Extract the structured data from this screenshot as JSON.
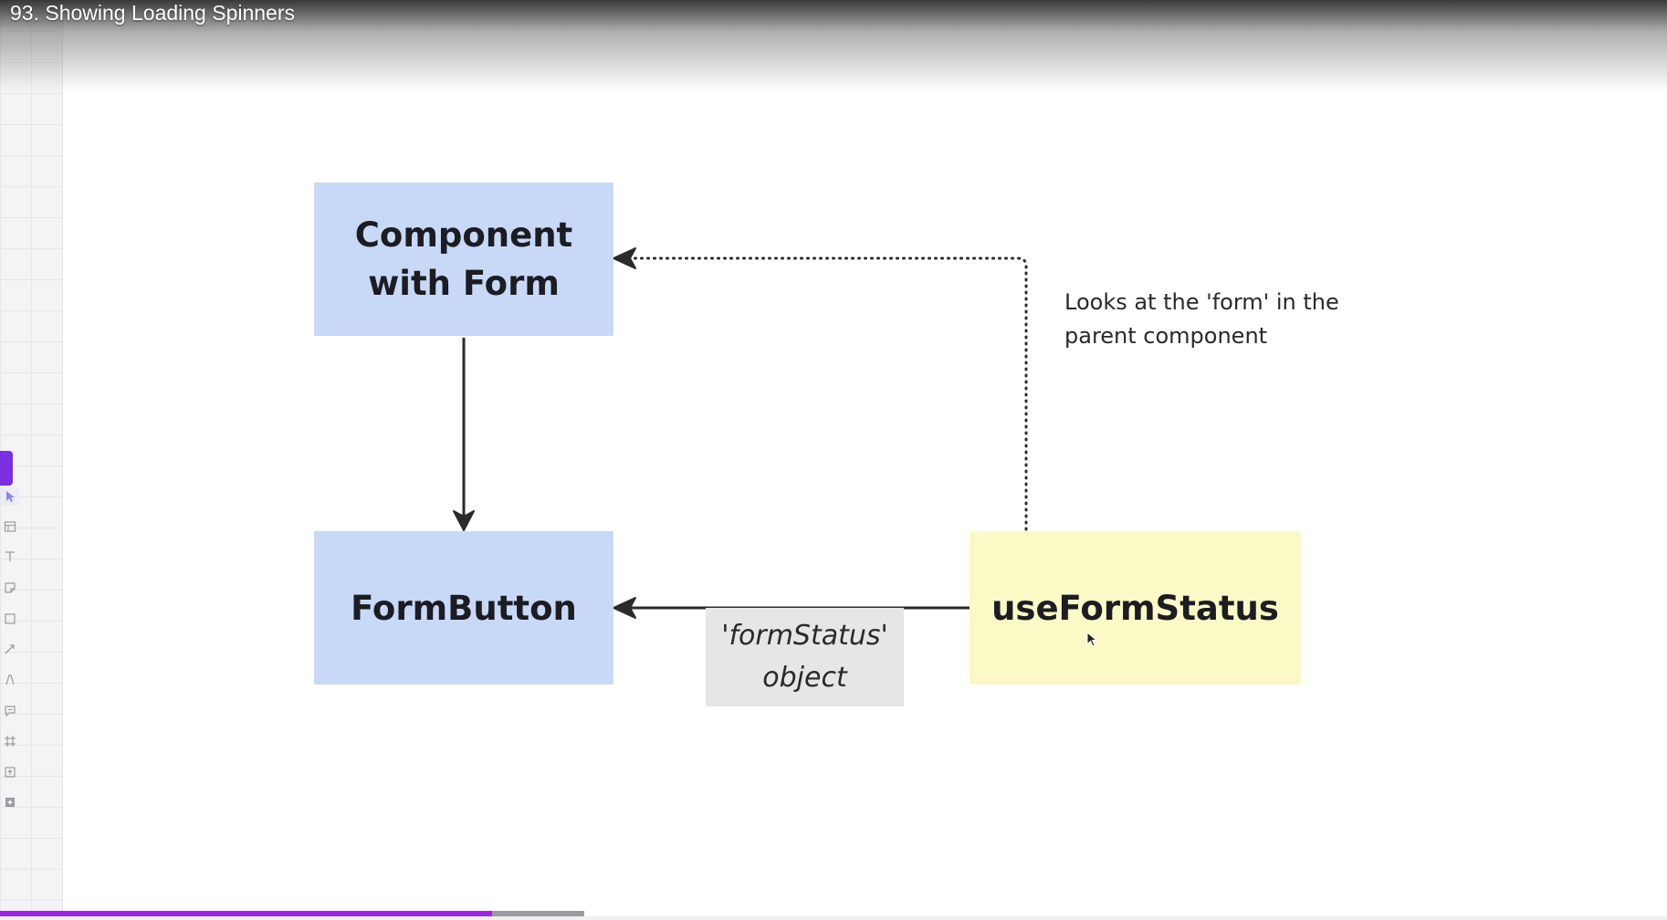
{
  "video": {
    "title": "93. Showing Loading Spinners",
    "progress_percent": 29.5
  },
  "toolbar": {
    "tools": [
      "cursor-icon",
      "table-icon",
      "text-icon",
      "sticky-note-icon",
      "shape-icon",
      "line-icon",
      "pen-icon",
      "comment-icon",
      "frame-icon",
      "upload-icon",
      "more-icon"
    ]
  },
  "diagram": {
    "component_box": {
      "line1": "Component",
      "line2": "with Form"
    },
    "formbutton_box": {
      "label": "FormButton"
    },
    "hook_box": {
      "label": "useFormStatus"
    },
    "status_box": {
      "line1": "'formStatus'",
      "line2": "object"
    },
    "note": "Looks at the 'form' in the parent component"
  },
  "colors": {
    "component_fill": "#c8d9f8",
    "hook_fill": "#fbf9c6",
    "status_fill": "#e6e6e6",
    "accent": "#a020e8"
  }
}
